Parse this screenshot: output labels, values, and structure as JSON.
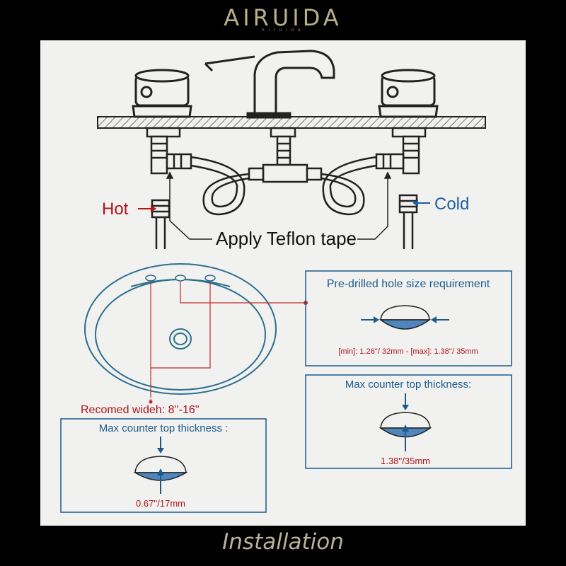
{
  "brand": {
    "name": "AIRUIDA",
    "tagline": "Airuida"
  },
  "diagram": {
    "hot_label": "Hot",
    "cold_label": "Cold",
    "teflon_label": "Apply Teflon tape",
    "hole_box_title": "Pre-drilled hole size requirement",
    "hole_range": "[min]: 1.26''/ 32mm - [max]: 1.38''/ 35mm",
    "width_label": "Recomed wideh: 8''-16''",
    "thickness_box_left_title": "Max counter top thickness :",
    "thickness_left_value": "0.67''/17mm",
    "thickness_box_right_title": "Max counter top thickness:",
    "thickness_right_value": "1.38''/35mm"
  },
  "colors": {
    "hot": "#b0141c",
    "cold": "#1d5fa5",
    "accent_blue": "#1c5a8c",
    "fill_blue": "#4f86bd",
    "brand": "#b7b08a"
  },
  "footer": {
    "caption": "Installation"
  }
}
